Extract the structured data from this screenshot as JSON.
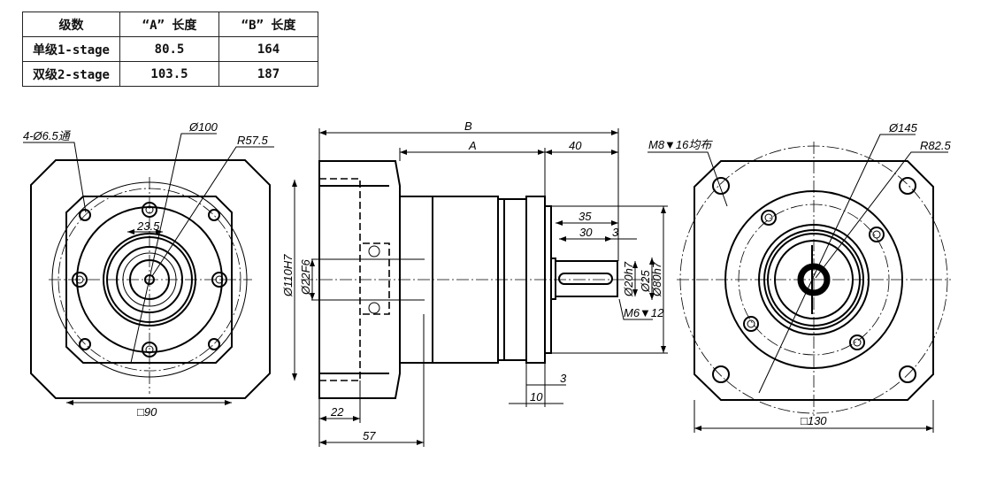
{
  "table": {
    "headers": [
      "级数",
      "“A” 长度",
      "“B” 长度"
    ],
    "rows": [
      {
        "stage": "单级1-stage",
        "a": "80.5",
        "b": "164"
      },
      {
        "stage": "双级2-stage",
        "a": "103.5",
        "b": "187"
      }
    ]
  },
  "left_view": {
    "holes_label": "4-Ø6.5通",
    "pcd_label": "Ø100",
    "radius_label": "R57.5",
    "key_label": "23.5",
    "square_label": "□90"
  },
  "side_view": {
    "B_label": "B",
    "A_label": "A",
    "len40": "40",
    "len35": "35",
    "len30": "30",
    "len3_top": "3",
    "bore_label": "Ø22F6",
    "pilot_label": "Ø110H7",
    "shaft_label": "Ø20h7",
    "shoulder_label": "Ø25",
    "spigot_label": "Ø80h7",
    "thread_label": "M6▼12",
    "len3_bottom": "3",
    "len10": "10",
    "len22": "22",
    "len57": "57"
  },
  "right_view": {
    "thread_label": "M8▼16均布",
    "pcd_label": "Ø145",
    "radius_label": "R82.5",
    "square_label": "□130"
  }
}
